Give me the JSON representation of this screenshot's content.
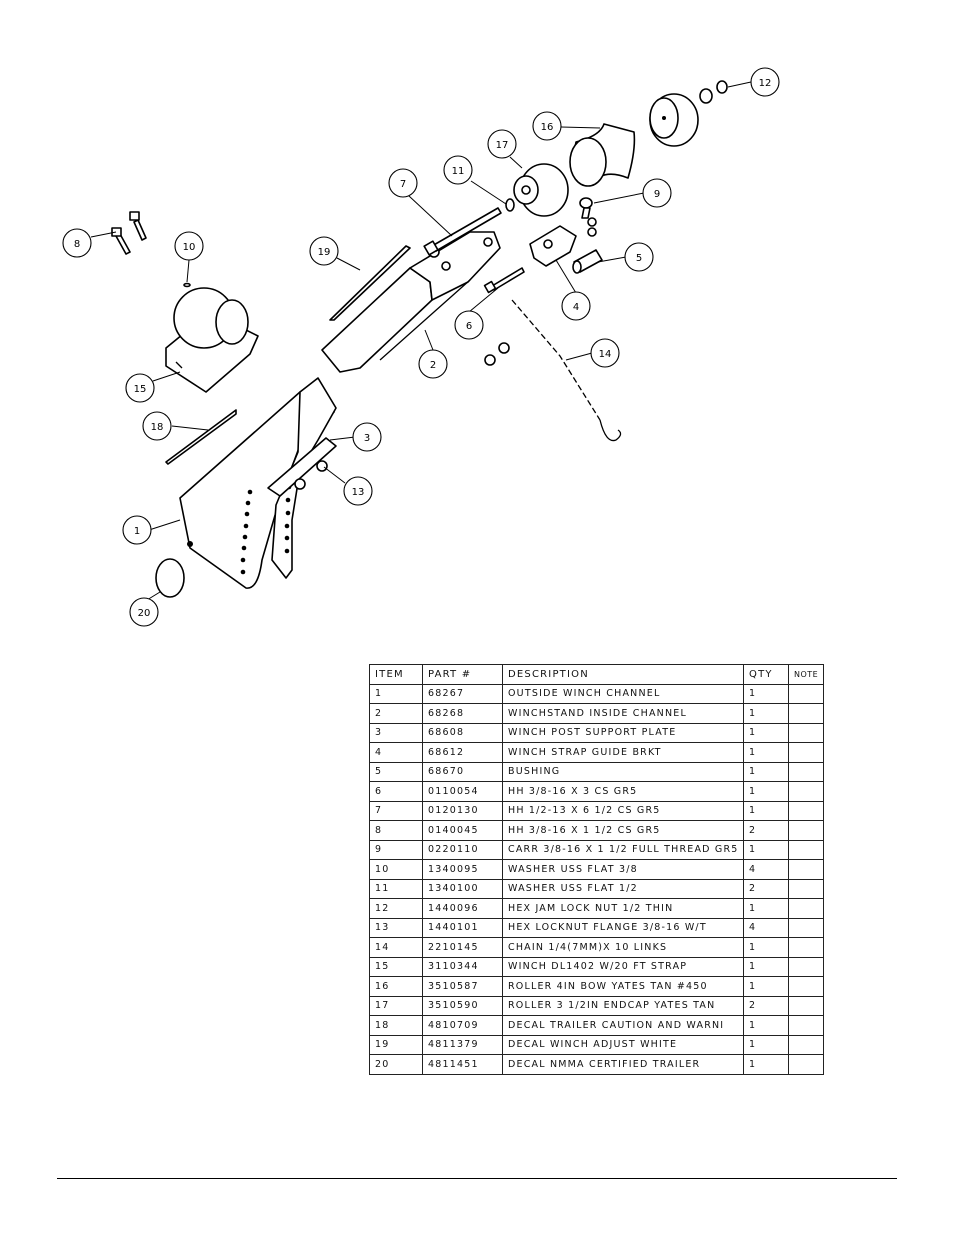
{
  "balloons": [
    "1",
    "2",
    "3",
    "4",
    "5",
    "6",
    "7",
    "8",
    "9",
    "10",
    "11",
    "12",
    "13",
    "14",
    "15",
    "16",
    "17",
    "18",
    "19",
    "20"
  ],
  "table": {
    "headers": [
      "ITEM",
      "PART #",
      "DESCRIPTION",
      "QTY",
      "NOTE"
    ],
    "rows": [
      [
        "1",
        "68267",
        "OUTSIDE WINCH CHANNEL",
        "1",
        ""
      ],
      [
        "2",
        "68268",
        "WINCHSTAND   INSIDE CHANNEL",
        "1",
        ""
      ],
      [
        "3",
        "68608",
        "WINCH POST SUPPORT PLATE",
        "1",
        ""
      ],
      [
        "4",
        "68612",
        "WINCH STRAP GUIDE BRKT",
        "1",
        ""
      ],
      [
        "5",
        "68670",
        "BUSHING",
        "1",
        ""
      ],
      [
        "6",
        "0110054",
        "HH 3/8-16 X 3 CS GR5",
        "1",
        ""
      ],
      [
        "7",
        "0120130",
        "HH 1/2-13 X 6 1/2 CS GR5",
        "1",
        ""
      ],
      [
        "8",
        "0140045",
        "HH 3/8-16 X 1 1/2 CS GR5",
        "2",
        ""
      ],
      [
        "9",
        "0220110",
        "CARR 3/8-16 X 1 1/2 FULL THREAD GR5",
        "1",
        ""
      ],
      [
        "10",
        "1340095",
        "WASHER USS FLAT 3/8",
        "4",
        ""
      ],
      [
        "11",
        "1340100",
        "WASHER USS FLAT 1/2",
        "2",
        ""
      ],
      [
        "12",
        "1440096",
        "HEX JAM LOCK NUT 1/2 THIN",
        "1",
        ""
      ],
      [
        "13",
        "1440101",
        "HEX LOCKNUT FLANGE 3/8-16 W/T",
        "4",
        ""
      ],
      [
        "14",
        "2210145",
        "CHAIN 1/4(7MM)X 10 LINKS",
        "1",
        ""
      ],
      [
        "15",
        "3110344",
        "WINCH DL1402 W/20 FT STRAP",
        "1",
        ""
      ],
      [
        "16",
        "3510587",
        "ROLLER 4IN BOW YATES TAN #450",
        "1",
        ""
      ],
      [
        "17",
        "3510590",
        "ROLLER 3 1/2IN ENDCAP YATES TAN",
        "2",
        ""
      ],
      [
        "18",
        "4810709",
        "DECAL TRAILER CAUTION AND WARNI",
        "1",
        ""
      ],
      [
        "19",
        "4811379",
        "DECAL WINCH ADJUST WHITE",
        "1",
        ""
      ],
      [
        "20",
        "4811451",
        "DECAL NMMA CERTIFIED TRAILER",
        "1",
        ""
      ]
    ]
  }
}
